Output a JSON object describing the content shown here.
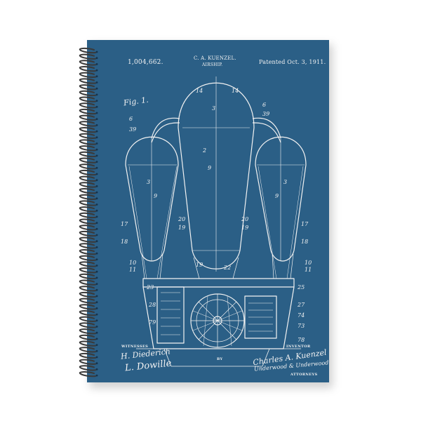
{
  "product": {
    "cover_color": "#2b5f86",
    "line_color": "#f2f2f2",
    "coil_color": "#3a3a3a"
  },
  "patent": {
    "number": "1,004,662.",
    "inventor_header": "C. A. KUENZEL.",
    "title": "AIRSHIP.",
    "date": "Patented Oct. 3, 1911.",
    "figure": "Fig. 1.",
    "witnesses_label": "WITNESSES",
    "inventor_label": "INVENTOR",
    "by_label": "BY",
    "attorneys_label": "ATTORNEYS",
    "witness_signature_1": "H. Diederich",
    "witness_signature_2": "L. Dowille",
    "inventor_signature": "Charles A. Kuenzel",
    "attorney_signature": "Underwood & Underwood"
  }
}
